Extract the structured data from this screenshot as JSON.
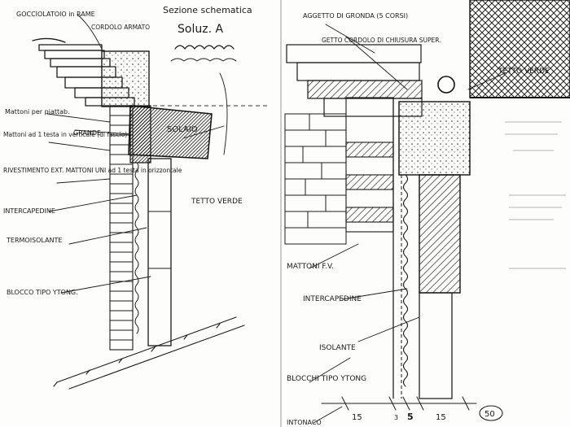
{
  "left_page": {
    "heading": "Sezione schematica",
    "solution": "Soluz. A",
    "labels": {
      "gutter": "GOCCIOLATOIO in RAME",
      "ring_beam": "CORDOLO ARMATO",
      "bricks_pattern": "Mattoni per piattab.",
      "bricks_vertical": "Mattoni ad 1 testa in verticale (di fascio)",
      "slab": "GRANDE",
      "floor": "SOLAIO",
      "cladding": "RIVESTIMENTO EXT. MATTONI UNI ad 1 testa in orizzontale",
      "cavity": "INTERCAPEDINE",
      "insulation": "TERMOISOLANTE",
      "block": "BLOCCO TIPO YTONG.",
      "green_roof": "TETTO VERDE"
    }
  },
  "right_page": {
    "labels": {
      "projection": "AGGETTO DI GRONDA (5 CORSI)",
      "top_beam": "GETTO CORDOLO DI CHIUSURA SUPER.",
      "green_roof": "TETTO VERDE",
      "bricks": "MATTONI F.V.",
      "cavity": "INTERCAPEDINE",
      "insulation": "ISOLANTE",
      "blocks": "BLOCCHI TIPO YTONG",
      "plaster": "INTONACO"
    },
    "dimensions": [
      "15",
      "3",
      "5",
      "15"
    ],
    "scale": "50"
  },
  "colors": {
    "ink": "#1b1b1b",
    "paper": "#fdfdfb",
    "hatch": "#2a2a2a"
  }
}
